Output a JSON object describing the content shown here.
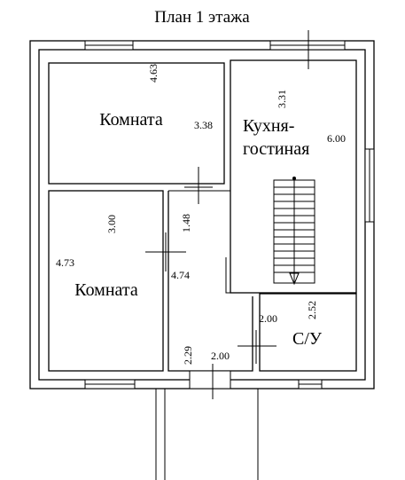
{
  "title": "План 1 этажа",
  "rooms": {
    "room_top": "Комната",
    "room_bottom": "Комната",
    "kitchen_line1": "Кухня-",
    "kitchen_line2": "гостиная",
    "bathroom": "С/У"
  },
  "dimensions": {
    "top_room_height": "4.63",
    "top_room_width": "3.38",
    "kitchen_height": "3.31",
    "kitchen_width": "6.00",
    "bottom_room_height": "3.00",
    "bottom_room_width": "4.73",
    "corridor_upper": "1.48",
    "corridor_length": "4.74",
    "bathroom_width": "2.00",
    "bathroom_height": "2.52",
    "hall_height": "2.29",
    "hall_width": "2.00"
  }
}
